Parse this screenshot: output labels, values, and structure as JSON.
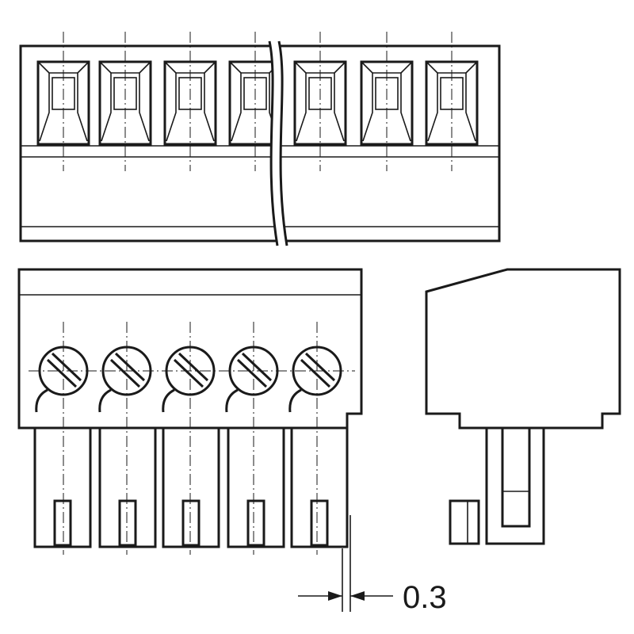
{
  "dimension": {
    "gap_value": "0.3"
  },
  "views": {
    "top": {
      "pockets": 7,
      "break": true
    },
    "front": {
      "screws": 5,
      "pins": 5
    },
    "side": {
      "profile": "terminal-block-side"
    }
  },
  "colors": {
    "ink": "#1a1a1a",
    "paper": "#ffffff"
  }
}
